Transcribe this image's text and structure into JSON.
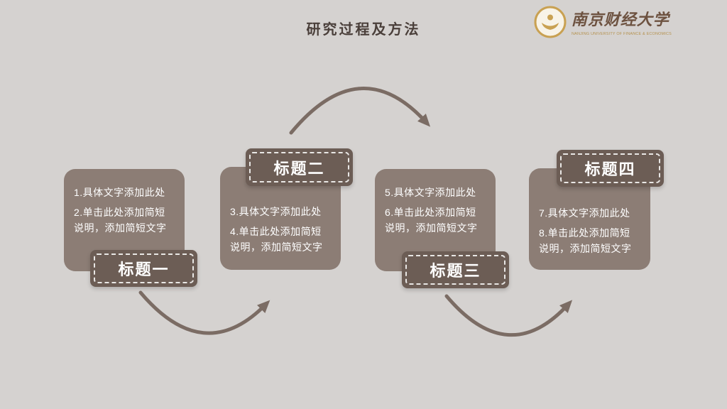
{
  "slide": {
    "title": "研究过程及方法",
    "logo": {
      "cn_name": "南京财经大学",
      "en_name": "NANJING UNIVERSITY OF FINANCE & ECONOMICS"
    },
    "colors": {
      "bg": "#d5d2d0",
      "card": "#8c7d75",
      "badge": "#6c5d55",
      "arrow": "#7b6c64",
      "title_text": "#4a3f3a",
      "card_text_color": "#ffffff",
      "logo_gold": "#b5924e",
      "logo_brown": "#6d5240"
    },
    "steps": [
      {
        "badge": "标题一",
        "badge_position": "bottom",
        "lines": [
          "1.具体文字添加此处",
          "2.单击此处添加简短",
          "说明，添加简短文字"
        ]
      },
      {
        "badge": "标题二",
        "badge_position": "top",
        "lines": [
          "3.具体文字添加此处",
          "4.单击此处添加简短",
          "说明，添加简短文字"
        ]
      },
      {
        "badge": "标题三",
        "badge_position": "bottom",
        "lines": [
          "5.具体文字添加此处",
          "6.单击此处添加简短",
          "说明，添加简短文字"
        ]
      },
      {
        "badge": "标题四",
        "badge_position": "top",
        "lines": [
          "7.具体文字添加此处",
          "8.单击此处添加简短",
          "说明，添加简短文字"
        ]
      }
    ]
  }
}
